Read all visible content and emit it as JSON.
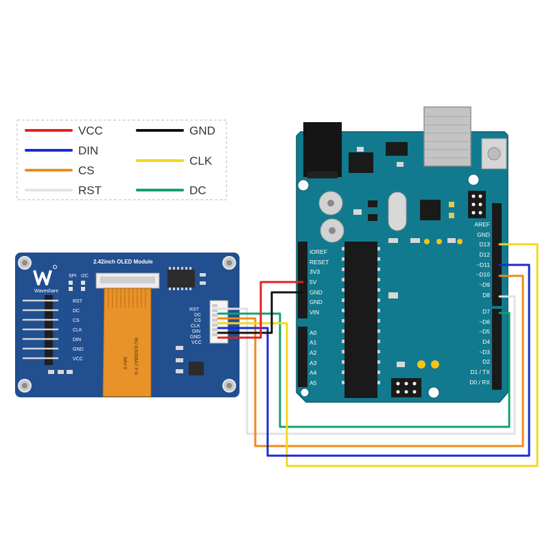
{
  "legend": [
    {
      "label": "VCC",
      "color": "#e02020"
    },
    {
      "label": "GND",
      "color": "#111111"
    },
    {
      "label": "DIN",
      "color": "#1a2ad0"
    },
    {
      "label": "CLK",
      "color": "#f2d81a"
    },
    {
      "label": "CS",
      "color": "#f08a18"
    },
    {
      "label": "DC",
      "color": "#13a070"
    },
    {
      "label": "RST",
      "color": "#e2e2e2"
    }
  ],
  "module": {
    "title": "2.42inch OLED Module",
    "brand": "Waveshare",
    "spi": "SPI",
    "i2c": "I2C",
    "pins": [
      "RST",
      "DC",
      "CS",
      "CLK",
      "DIN",
      "GND",
      "VCC"
    ],
    "connector_pins": [
      "RST",
      "DC",
      "CS",
      "CLK",
      "DIN",
      "GND",
      "VCC"
    ],
    "flex_text_1": "RU EX008A7 F-0",
    "flex_text_2": "94V-0"
  },
  "arduino": {
    "power_pins": [
      "IOREF",
      "RESET",
      "3V3",
      "5V",
      "GND",
      "GND",
      "VIN"
    ],
    "analog_pins": [
      "A0",
      "A1",
      "A2",
      "A3",
      "A4",
      "A5"
    ],
    "digital_pins": [
      "AREF",
      "GND",
      "D13",
      "D12",
      "~D11",
      "~D10",
      "~D9",
      "D8",
      "D7",
      "~D6",
      "~D5",
      "D4",
      "~D3",
      "D2",
      "D1 / TX",
      "D0 / RX"
    ]
  },
  "wires": [
    {
      "signal": "VCC",
      "from": "VCC",
      "to": "5V",
      "color": "#e02020"
    },
    {
      "signal": "GND",
      "from": "GND",
      "to": "GND",
      "color": "#111111"
    },
    {
      "signal": "DIN",
      "from": "DIN",
      "to": "~D11",
      "color": "#1a2ad0"
    },
    {
      "signal": "CLK",
      "from": "CLK",
      "to": "D13",
      "color": "#f2d81a"
    },
    {
      "signal": "CS",
      "from": "CS",
      "to": "~D10",
      "color": "#f08a18"
    },
    {
      "signal": "DC",
      "from": "DC",
      "to": "D7",
      "color": "#13a070"
    },
    {
      "signal": "RST",
      "from": "RST",
      "to": "D8",
      "color": "#e2e2e2"
    }
  ]
}
